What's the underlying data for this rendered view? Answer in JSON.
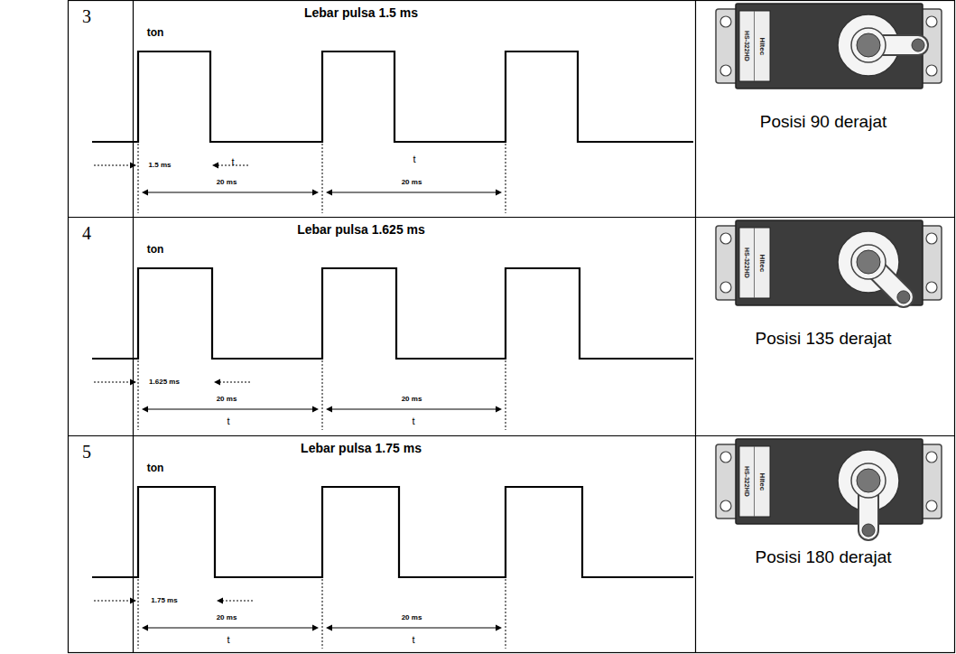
{
  "diagram": {
    "labels": [
      "3",
      "Lebar pulsa 1.5 ms",
      "ton",
      "1.5 ms",
      "t",
      "20 ms",
      "t",
      "20 ms",
      "Hitec",
      "HS-322HD",
      "Posisi 90 derajat",
      "4",
      "Lebar pulsa 1.625 ms",
      "ton",
      "1.625 ms",
      "20 ms",
      "t",
      "20 ms",
      "t",
      "Hitec",
      "HS-322HD",
      "Posisi 135 derajat",
      "5",
      "Lebar pulsa 1.75 ms",
      "ton",
      "1.75 ms",
      "20 ms",
      "t",
      "20 ms",
      "t",
      "Hitec",
      "HS-322HD",
      "Posisi 180 derajat"
    ]
  }
}
